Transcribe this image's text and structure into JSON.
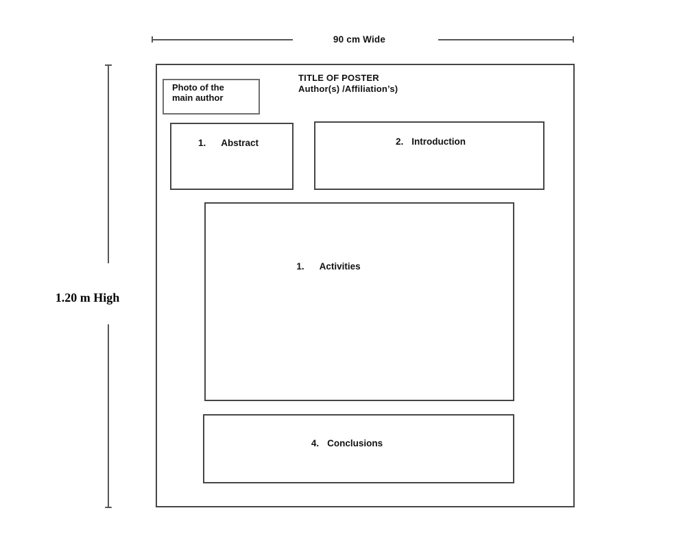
{
  "diagram": {
    "width_label": "90 cm Wide",
    "height_label": "1.20 m High"
  },
  "poster": {
    "photo_box": {
      "line1": "Photo of the",
      "line2": "main author"
    },
    "header": {
      "title": "TITLE OF POSTER",
      "authors": "Author(s) /Affiliation’s)"
    },
    "sections": [
      {
        "number": "1.",
        "label": "Abstract"
      },
      {
        "number": "2.",
        "label": "Introduction"
      },
      {
        "number": "1.",
        "label": "Activities"
      },
      {
        "number": "4.",
        "label": "Conclusions"
      }
    ]
  },
  "colors": {
    "background": "#ffffff",
    "outline": "#454545",
    "photo_border": "#6e6e6e",
    "dimension_line": "#555555",
    "text": "#111111"
  }
}
